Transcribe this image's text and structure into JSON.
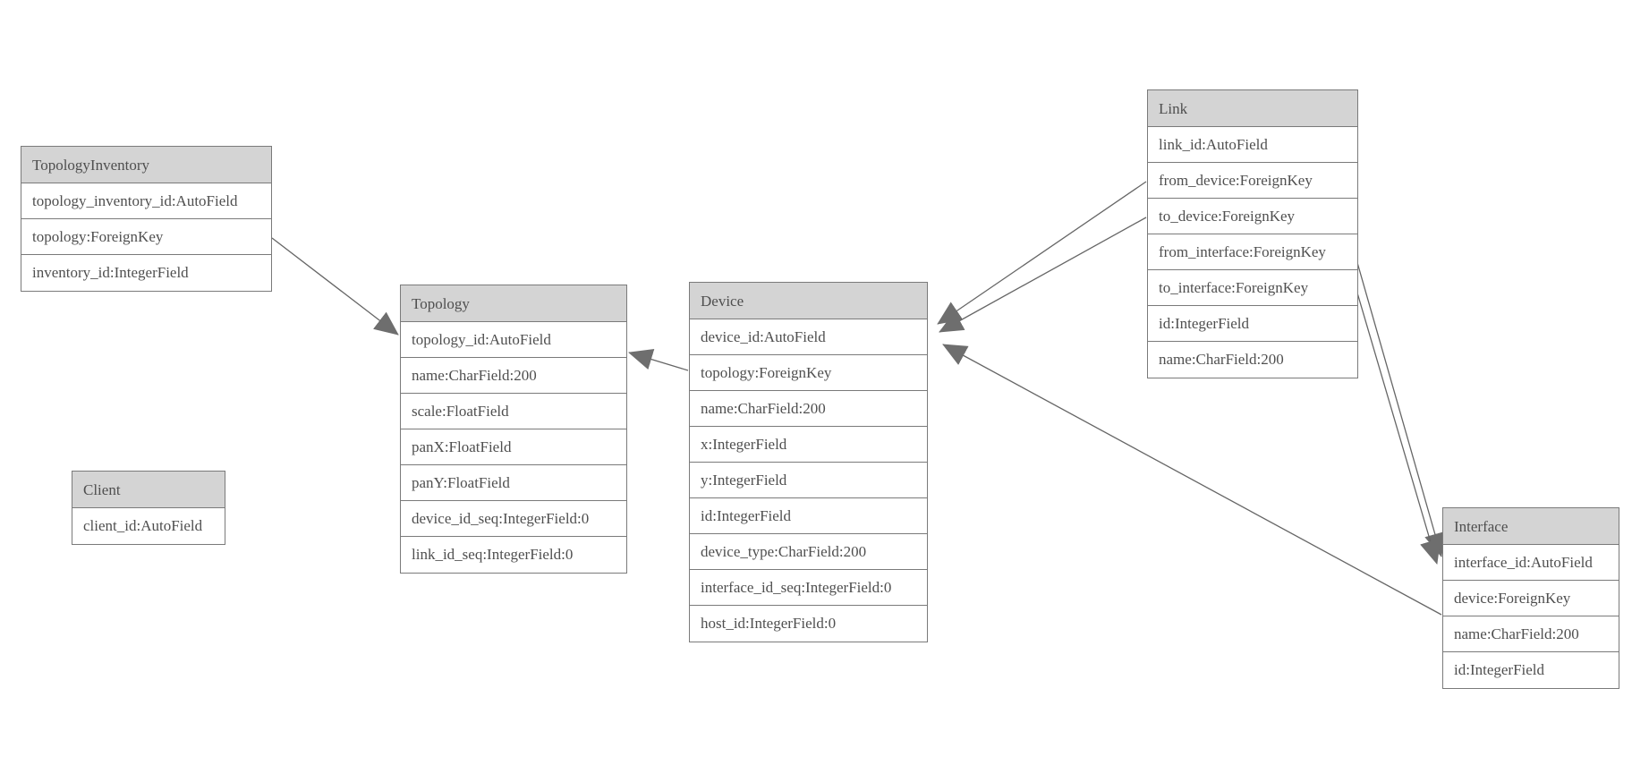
{
  "colors": {
    "header_fill": "#d4d4d4",
    "row_fill": "#ffffff",
    "border": "#7a7a7a",
    "text": "#4f4f4f",
    "edge_line": "#666666",
    "arrowhead": "#6e6e6e"
  },
  "tables": [
    {
      "name": "TopologyInventory",
      "rows": [
        "topology_inventory_id:AutoField",
        "topology:ForeignKey",
        "inventory_id:IntegerField"
      ]
    },
    {
      "name": "Topology",
      "rows": [
        "topology_id:AutoField",
        "name:CharField:200",
        "scale:FloatField",
        "panX:FloatField",
        "panY:FloatField",
        "device_id_seq:IntegerField:0",
        "link_id_seq:IntegerField:0"
      ]
    },
    {
      "name": "Client",
      "rows": [
        "client_id:AutoField"
      ]
    },
    {
      "name": "Device",
      "rows": [
        "device_id:AutoField",
        "topology:ForeignKey",
        "name:CharField:200",
        "x:IntegerField",
        "y:IntegerField",
        "id:IntegerField",
        "device_type:CharField:200",
        "interface_id_seq:IntegerField:0",
        "host_id:IntegerField:0"
      ]
    },
    {
      "name": "Link",
      "rows": [
        "link_id:AutoField",
        "from_device:ForeignKey",
        "to_device:ForeignKey",
        "from_interface:ForeignKey",
        "to_interface:ForeignKey",
        "id:IntegerField",
        "name:CharField:200"
      ]
    },
    {
      "name": "Interface",
      "rows": [
        "interface_id:AutoField",
        "device:ForeignKey",
        "name:CharField:200",
        "id:IntegerField"
      ]
    }
  ],
  "relationships": [
    {
      "from_table": "TopologyInventory",
      "from_field": "topology",
      "to_table": "Topology"
    },
    {
      "from_table": "Device",
      "from_field": "topology",
      "to_table": "Topology"
    },
    {
      "from_table": "Link",
      "from_field": "from_device",
      "to_table": "Device"
    },
    {
      "from_table": "Link",
      "from_field": "to_device",
      "to_table": "Device"
    },
    {
      "from_table": "Interface",
      "from_field": "device",
      "to_table": "Device"
    },
    {
      "from_table": "Link",
      "from_field": "from_interface",
      "to_table": "Interface"
    },
    {
      "from_table": "Link",
      "from_field": "to_interface",
      "to_table": "Interface"
    }
  ]
}
